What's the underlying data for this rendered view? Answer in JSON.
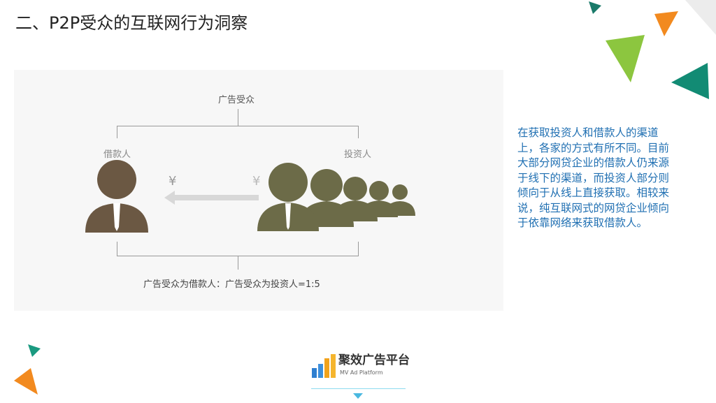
{
  "slide": {
    "title": "二、P2P受众的互联网行为洞察"
  },
  "diagram": {
    "top_label": "广告受众",
    "borrower_label": "借款人",
    "investor_label": "投资人",
    "currency_symbol": "¥",
    "ratio_caption": "广告受众为借款人：广告受众为投资人=1:5",
    "colors": {
      "borrower": "#6b5843",
      "investor": "#6c6b48",
      "arrow": "#d8d8d8"
    }
  },
  "description": "在获取投资人和借款人的渠道上，各家的方式有所不同。目前大部分网贷企业的借款人仍来源于线下的渠道，而投资人部分则倾向于从线上直接获取。相较来说，纯互联网式的网贷企业倾向于依靠网络来获取借款人。",
  "footer": {
    "brand": "聚效广告平台",
    "brand_sub": "MV Ad Platform"
  }
}
